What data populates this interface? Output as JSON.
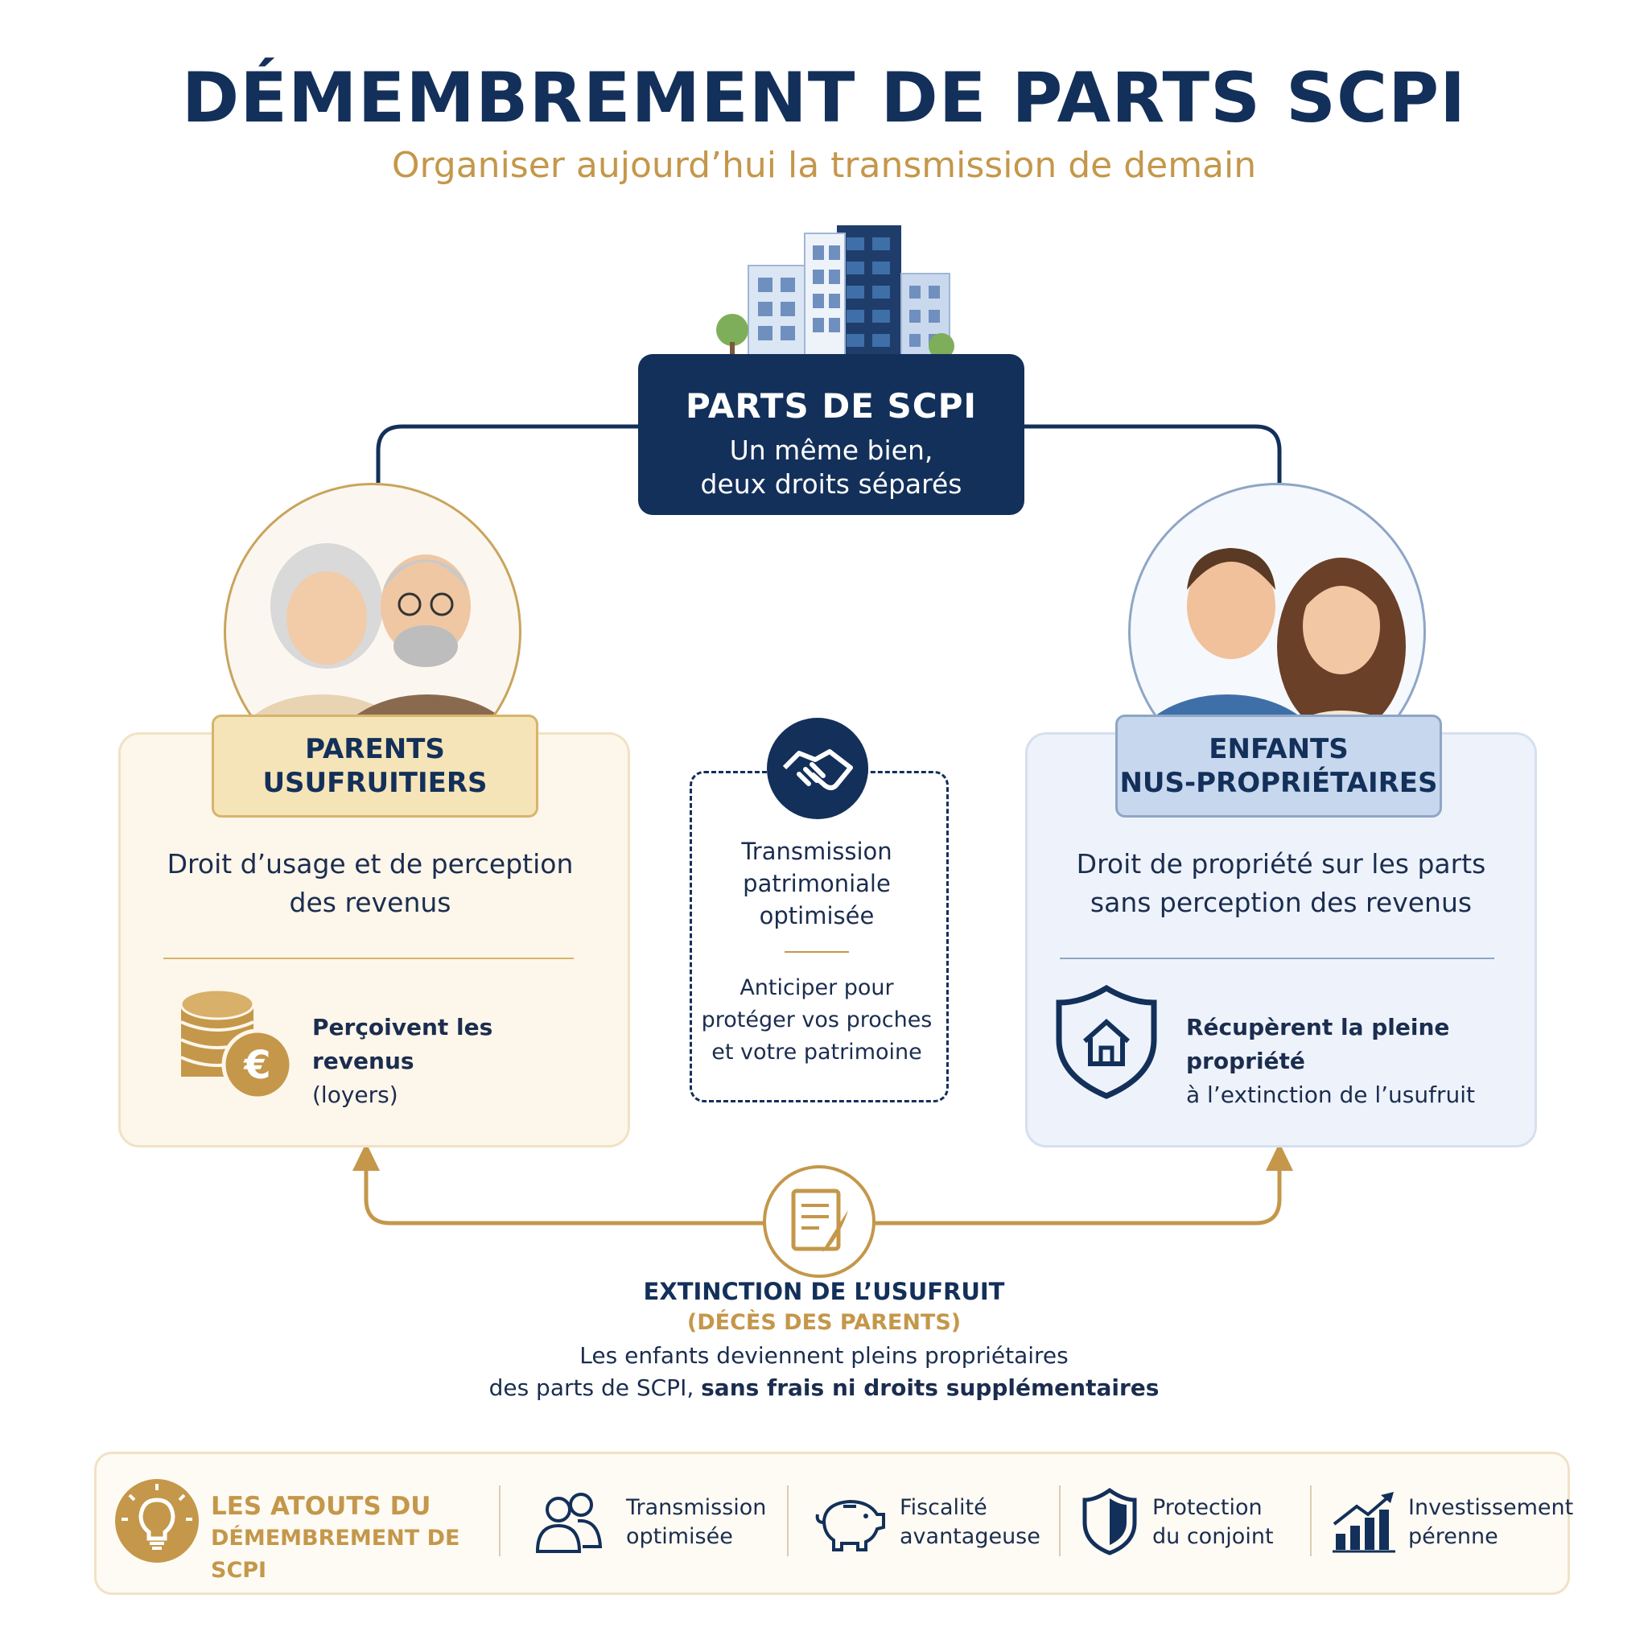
{
  "header": {
    "title": "DÉMEMBREMENT DE PARTS SCPI",
    "subtitle": "Organiser aujourd’hui la transmission de demain"
  },
  "top_box": {
    "title": "PARTS DE SCPI",
    "line1": "Un même bien,",
    "line2": "deux droits séparés"
  },
  "left_panel": {
    "label_line1": "PARENTS",
    "label_line2": "USUFRUITIERS",
    "desc_line1": "Droit d’usage et de perception",
    "desc_line2": "des revenus",
    "feature_bold": "Perçoivent les revenus",
    "feature_text": "(loyers)",
    "icon": "coins-euro-icon"
  },
  "right_panel": {
    "label_line1": "ENFANTS",
    "label_line2": "NUS-PROPRIÉTAIRES",
    "desc_line1": "Droit de propriété sur les parts",
    "desc_line2": "sans perception des revenus",
    "feature_bold": "Récupèrent la pleine propriété",
    "feature_text": "à l’extinction de l’usufruit",
    "icon": "shield-house-icon"
  },
  "center": {
    "icon": "handshake-icon",
    "line1": "Transmission",
    "line2": "patrimoniale",
    "line3": "optimisée",
    "sub1": "Anticiper pour",
    "sub2": "protéger vos proches",
    "sub3": "et votre patrimoine"
  },
  "extinction": {
    "icon": "document-quill-icon",
    "title": "EXTINCTION DE L’USUFRUIT",
    "subtitle": "(DÉCÈS DES PARENTS)",
    "line1": "Les enfants deviennent pleins propriétaires",
    "line2_normal": "des parts de SCPI,",
    "line2_bold": "sans frais ni droits supplémentaires"
  },
  "atouts": {
    "title_line1": "LES ATOUTS DU",
    "title_line2": "DÉMEMBREMENT DE SCPI",
    "items": [
      {
        "icon": "people-icon",
        "line1": "Transmission",
        "line2": "optimisée"
      },
      {
        "icon": "piggy-bank-icon",
        "line1": "Fiscalité",
        "line2": "avantageuse"
      },
      {
        "icon": "shield-icon",
        "line1": "Protection",
        "line2": "du conjoint"
      },
      {
        "icon": "growth-chart-icon",
        "line1": "Investissement",
        "line2": "pérenne"
      }
    ]
  },
  "colors": {
    "navy": "#13305a",
    "gold": "#c4974a",
    "cream": "#fdf6ea",
    "light_blue": "#eef3fb"
  }
}
